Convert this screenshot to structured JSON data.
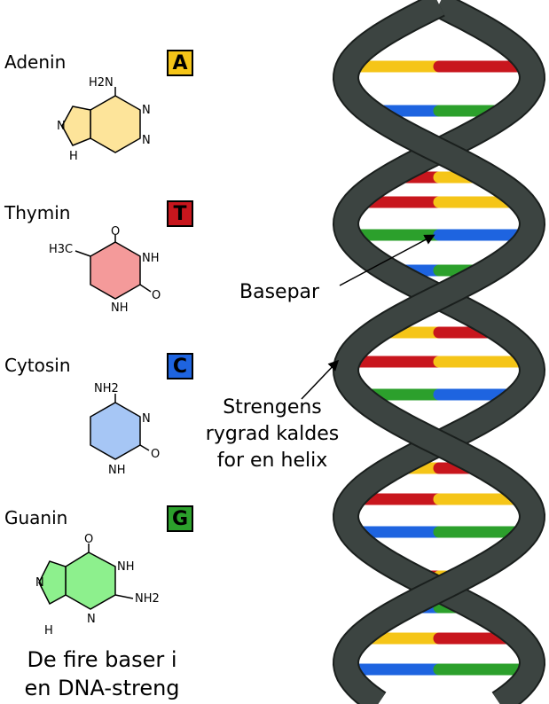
{
  "bases": [
    {
      "name": "Adenin",
      "letter": "A",
      "color": "#f5c518",
      "fill": "#fde49a"
    },
    {
      "name": "Thymin",
      "letter": "T",
      "color": "#c8161d",
      "fill": "#f49a9a"
    },
    {
      "name": "Cytosin",
      "letter": "C",
      "color": "#1e64e0",
      "fill": "#a6c6f5"
    },
    {
      "name": "Guanin",
      "letter": "G",
      "color": "#2ca02c",
      "fill": "#8df08d"
    }
  ],
  "molecule_labels": {
    "adenine_amino": "H2N",
    "thymine_methyl": "H3C",
    "nh2": "NH2",
    "n": "N",
    "h": "H",
    "nh": "NH",
    "o": "O"
  },
  "annotations": {
    "basepair": "Basepar",
    "backbone_line1": "Strengens",
    "backbone_line2": "rygrad kaldes",
    "backbone_line3": "for en helix"
  },
  "caption": {
    "line1": "De fire baser i",
    "line2": "en DNA-streng"
  },
  "colors": {
    "backbone": "#3c4441",
    "backbone_edge": "#1a1f1d"
  }
}
